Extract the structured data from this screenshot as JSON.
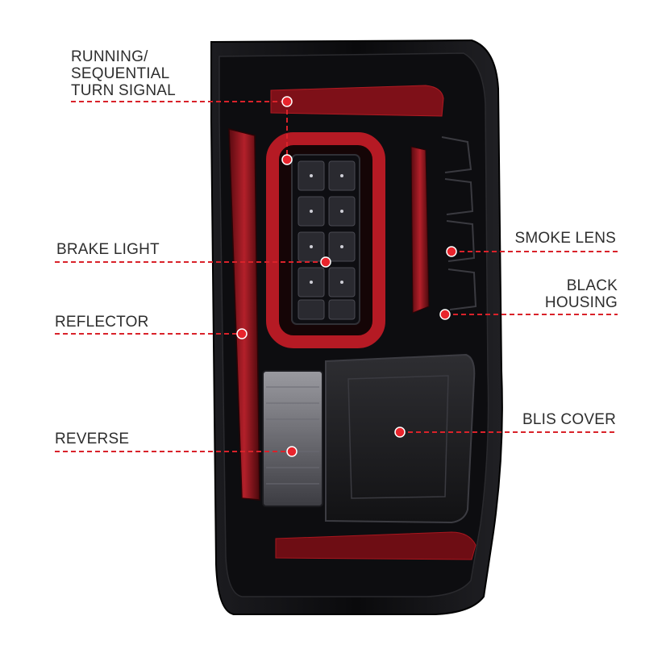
{
  "callouts": {
    "running_turn": "RUNNING/\nSEQUENTIAL\nTURN SIGNAL",
    "brake_light": "BRAKE LIGHT",
    "reflector": "REFLECTOR",
    "reverse": "REVERSE",
    "smoke_lens": "SMOKE LENS",
    "black_housing": "BLACK\nHOUSING",
    "blis_cover": "BLIS COVER"
  },
  "colors": {
    "leader": "#d9222a",
    "dot": "#e8242c",
    "label_text": "#2e2e2e",
    "housing": "#0b0b0d",
    "led_red": "#a3141c"
  },
  "icons": [
    "tail-light-image"
  ]
}
